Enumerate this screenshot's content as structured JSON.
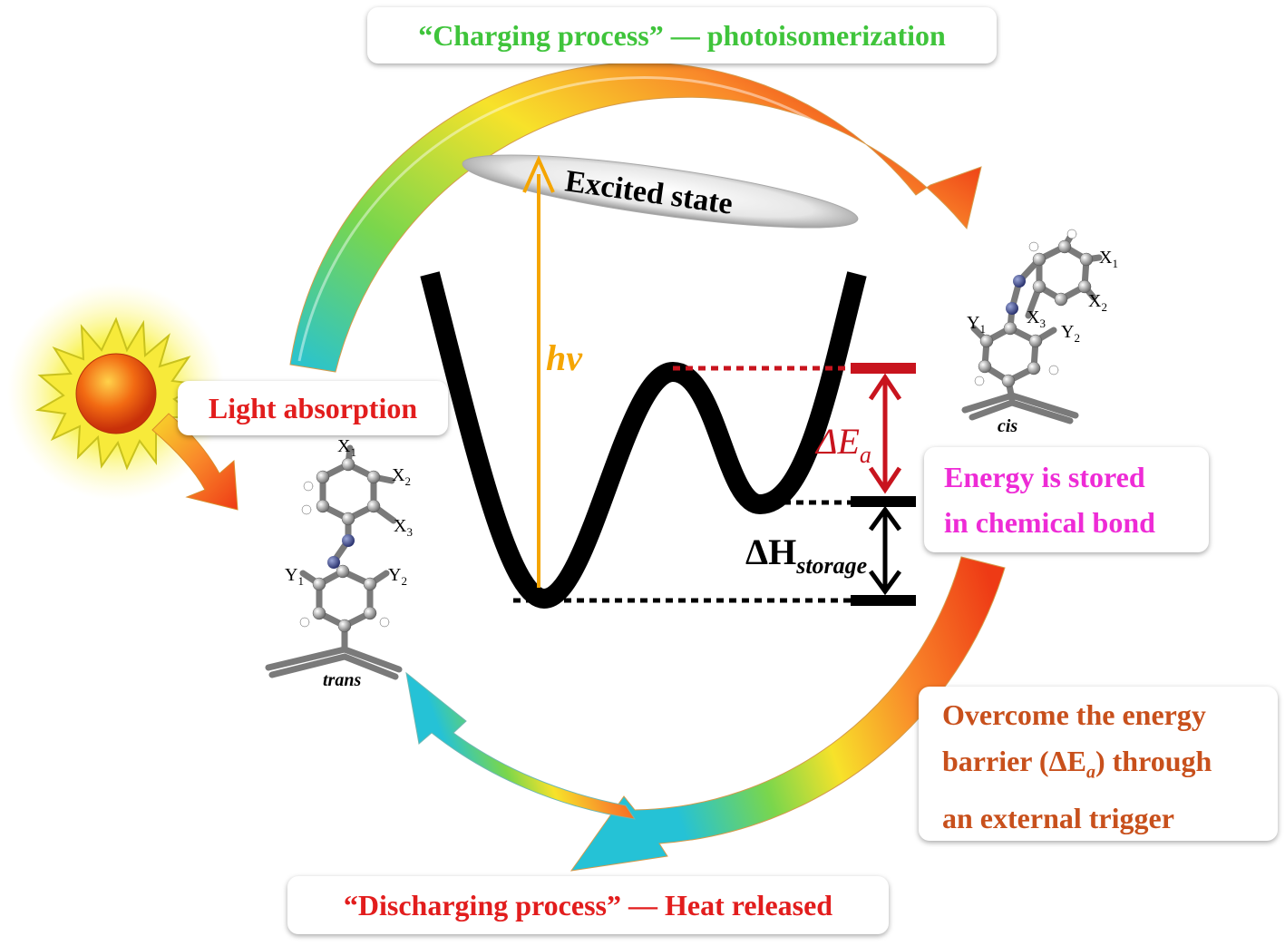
{
  "labels": {
    "charging": "“Charging process” — photoisomerization",
    "discharging": "“Discharging process” — Heat released",
    "light_absorption": "Light absorption",
    "stored_line1": "Energy is stored",
    "stored_line2": "in chemical bond",
    "overcome_line1": "Overcome the energy",
    "overcome_line2_pre": "barrier (ΔE",
    "overcome_line2_sub": "a",
    "overcome_line2_post": ") through",
    "overcome_line3": "an external trigger",
    "excited_state": "Excited state",
    "hv": "hν",
    "delta_ea_main": "ΔE",
    "delta_ea_sub": "a",
    "delta_h_main": "ΔH",
    "delta_h_sub": "storage",
    "cis": "cis",
    "trans": "trans",
    "trans_x1": "X",
    "trans_x1_sub": "1",
    "trans_x2": "X",
    "trans_x2_sub": "2",
    "trans_x3": "X",
    "trans_x3_sub": "3",
    "trans_y1": "Y",
    "trans_y1_sub": "1",
    "trans_y2": "Y",
    "trans_y2_sub": "2",
    "cis_x1": "X",
    "cis_x1_sub": "1",
    "cis_x2": "X",
    "cis_x2_sub": "2",
    "cis_x3": "X",
    "cis_x3_sub": "3",
    "cis_y1": "Y",
    "cis_y1_sub": "1",
    "cis_y2": "Y",
    "cis_y2_sub": "2"
  },
  "colors": {
    "green_text": "#3fc43b",
    "red_text": "#e21d1d",
    "magenta_text": "#ee2bd6",
    "brown_text": "#c8501c",
    "hv_arrow": "#f5a500",
    "barrier_arrow": "#c8141e",
    "curve": "#000000"
  },
  "icons": {
    "sun": "sun-icon",
    "trans_molecule": "trans-azobenzene-molecule",
    "cis_molecule": "cis-azobenzene-molecule"
  }
}
